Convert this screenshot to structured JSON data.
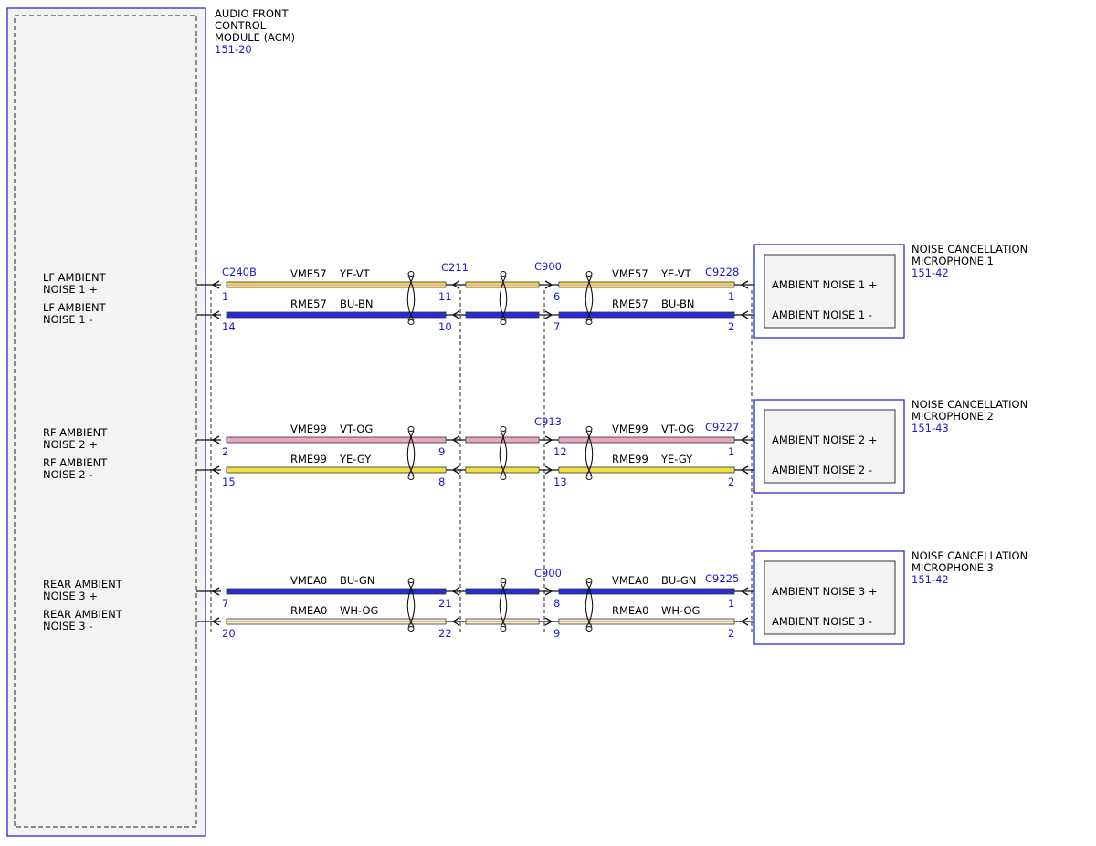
{
  "acm": {
    "title_lines": [
      "AUDIO FRONT",
      "CONTROL",
      "MODULE (ACM)"
    ],
    "ref": "151-20"
  },
  "colors": {
    "module_border": "#1a1ad6",
    "label_blue": "#1a1ad6",
    "YE": "#f0e040",
    "VT": "#e9a6c2",
    "BU": "#2a2ad8",
    "WH": "#f4efdf",
    "OG": "#e6a24a"
  },
  "signals": [
    {
      "lines": [
        "LF AMBIENT",
        "NOISE 1 +"
      ]
    },
    {
      "lines": [
        "LF AMBIENT",
        "NOISE 1 -"
      ]
    },
    {
      "lines": [
        "RF AMBIENT",
        "NOISE 2 +"
      ]
    },
    {
      "lines": [
        "RF AMBIENT",
        "NOISE 2 -"
      ]
    },
    {
      "lines": [
        "REAR AMBIENT",
        "NOISE 3 +"
      ]
    },
    {
      "lines": [
        "REAR AMBIENT",
        "NOISE 3 -"
      ]
    }
  ],
  "groups": [
    {
      "mid_connector": "C211",
      "right_connector": "C900",
      "mic_connector": "C9228",
      "mic": {
        "title_lines": [
          "NOISE CANCELLATION",
          "MICROPHONE 1"
        ],
        "ref": "151-42",
        "pins": [
          "AMBIENT NOISE 1 +",
          "AMBIENT NOISE 1 -"
        ]
      },
      "wires": [
        {
          "circuit_left": "VME57",
          "color_left": "YE-VT",
          "circuit_right": "VME57",
          "color_right": "YE-VT",
          "base": "YE",
          "stripe": "VT",
          "pins": [
            "1",
            "11",
            "6",
            "1"
          ]
        },
        {
          "circuit_left": "RME57",
          "color_left": "BU-BN",
          "circuit_right": "RME57",
          "color_right": "BU-BN",
          "base": "BU",
          "stripe": "BU",
          "pins": [
            "14",
            "10",
            "7",
            "2"
          ]
        }
      ]
    },
    {
      "mid_connector": "",
      "right_connector": "C913",
      "mic_connector": "C9227",
      "mic": {
        "title_lines": [
          "NOISE CANCELLATION",
          "MICROPHONE 2"
        ],
        "ref": "151-43",
        "pins": [
          "AMBIENT NOISE 2 +",
          "AMBIENT NOISE 2 -"
        ]
      },
      "wires": [
        {
          "circuit_left": "VME99",
          "color_left": "VT-OG",
          "circuit_right": "VME99",
          "color_right": "VT-OG",
          "base": "VT",
          "stripe": "VT",
          "pins": [
            "2",
            "9",
            "12",
            "1"
          ]
        },
        {
          "circuit_left": "RME99",
          "color_left": "YE-GY",
          "circuit_right": "RME99",
          "color_right": "YE-GY",
          "base": "YE",
          "stripe": "YE",
          "pins": [
            "15",
            "8",
            "13",
            "2"
          ]
        }
      ]
    },
    {
      "mid_connector": "",
      "right_connector": "C900",
      "mic_connector": "C9225",
      "mic": {
        "title_lines": [
          "NOISE CANCELLATION",
          "MICROPHONE 3"
        ],
        "ref": "151-42",
        "pins": [
          "AMBIENT NOISE 3 +",
          "AMBIENT NOISE 3 -"
        ]
      },
      "wires": [
        {
          "circuit_left": "VMEA0",
          "color_left": "BU-GN",
          "circuit_right": "VMEA0",
          "color_right": "BU-GN",
          "base": "BU",
          "stripe": "BU",
          "pins": [
            "7",
            "21",
            "8",
            "1"
          ]
        },
        {
          "circuit_left": "RMEA0",
          "color_left": "WH-OG",
          "circuit_right": "RMEA0",
          "color_right": "WH-OG",
          "base": "WH",
          "stripe": "OG",
          "pins": [
            "20",
            "22",
            "9",
            "2"
          ]
        }
      ]
    }
  ],
  "left_connector": "C240B"
}
